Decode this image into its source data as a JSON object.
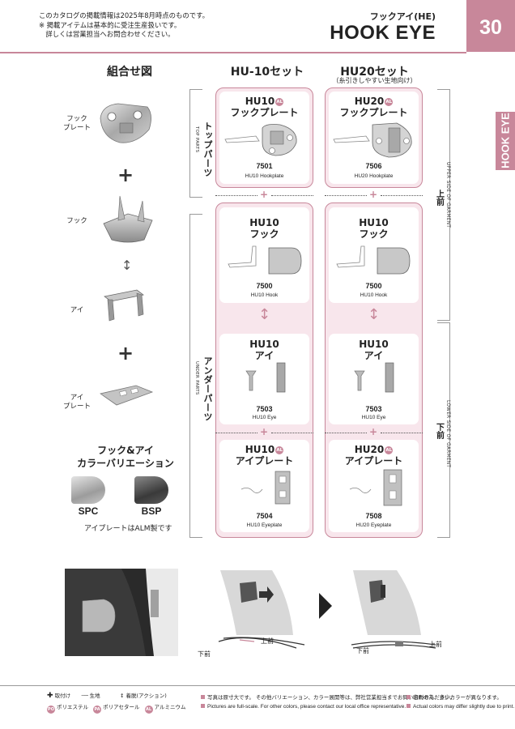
{
  "header": {
    "notes": [
      "このカタログの掲載情報は2025年8月時点のものです。",
      "※ 掲載アイテムは基本的に受注生産扱いです。",
      "　詳しくは営業担当へお問合わせください。"
    ],
    "category_jp": "フックアイ(HE)",
    "category_en": "HOOK EYE",
    "page_number": "30",
    "side_tab": "HOOK EYE"
  },
  "columns": {
    "combo": "組合せ図",
    "hu10": "HU-10セット",
    "hu20": "HU20セット",
    "hu20_note": "（糸引きしやすい生地向け）"
  },
  "components": {
    "hook_plate": [
      "フック",
      "プレート"
    ],
    "hook": "フック",
    "eye": "アイ",
    "eye_plate": [
      "アイ",
      "プレート"
    ],
    "plus": "+",
    "updown": "↕"
  },
  "color_variation": {
    "title": [
      "フック&アイ",
      "カラーバリエーション"
    ],
    "swatches": [
      {
        "label": "SPC",
        "color": "#b8b8b8"
      },
      {
        "label": "BSP",
        "color": "#4a4a4a"
      }
    ],
    "note": "アイプレートはALM製です"
  },
  "groups": {
    "top_jp": "トップパーツ",
    "top_en": "TOP PARTS",
    "under_jp": "アンダーパーツ",
    "under_en": "UNDER PARTS",
    "upper_en": "UPPER SIDE OF GARMENT",
    "upper_jp": [
      "上",
      "前"
    ],
    "lower_en": "LOWER SIDE OF GARMENT",
    "lower_jp": [
      "下",
      "前"
    ]
  },
  "badge_text": "AL",
  "hu10_set": {
    "hookplate": {
      "title1": "HU10",
      "title2": "フックプレート",
      "code": "7501",
      "name": "HU10 Hookplate"
    },
    "hook": {
      "title1": "HU10",
      "title2": "フック",
      "code": "7500",
      "name": "HU10 Hook"
    },
    "eye": {
      "title1": "HU10",
      "title2": "アイ",
      "code": "7503",
      "name": "HU10 Eye"
    },
    "eyeplate": {
      "title1": "HU10",
      "title2": "アイプレート",
      "code": "7504",
      "name": "HU10 Eyeplate"
    }
  },
  "hu20_set": {
    "hookplate": {
      "title1": "HU20",
      "title2": "フックプレート",
      "code": "7506",
      "name": "HU20 Hookplate"
    },
    "hook": {
      "title1": "HU10",
      "title2": "フック",
      "code": "7500",
      "name": "HU10 Hook"
    },
    "eye": {
      "title1": "HU10",
      "title2": "アイ",
      "code": "7503",
      "name": "HU10 Eye"
    },
    "eyeplate": {
      "title1": "HU20",
      "title2": "アイプレート",
      "code": "7508",
      "name": "HU20 Eyeplate"
    }
  },
  "diagram": {
    "upper": "上前",
    "lower": "下前"
  },
  "footer": {
    "legend_attach": "取付け",
    "legend_fabric": "生地",
    "legend_action": "着脱(アクション)",
    "legend_po": "ポリエステル",
    "legend_pa": "ポリアセタール",
    "legend_al": "アルミニウム",
    "badge_po": "PO",
    "badge_pa": "PA",
    "badge_al": "AL",
    "note1_jp": "写真は原寸大です。 その他バリエーション、カラー展開等は、弊社営業担当までお問い合わせください。",
    "note2_jp": "印刷の為、多少カラーが異なります。",
    "note1_en": "Pictures are full-scale. For other colors, please contact our local office representative.",
    "note2_en": "Actual colors may differ slightly due to print."
  }
}
